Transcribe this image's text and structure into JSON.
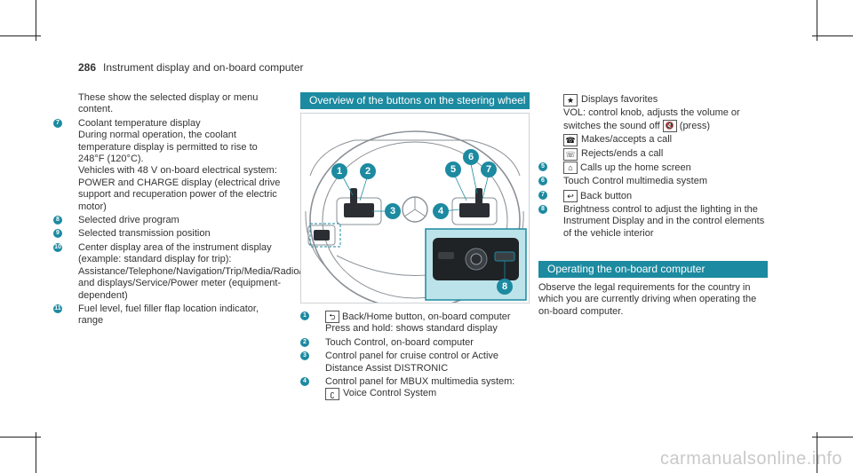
{
  "header": {
    "page_number": "286",
    "section_title": "Instrument display and on-board computer"
  },
  "col1": {
    "intro": "These show the selected display or menu content.",
    "items": [
      {
        "num": "7",
        "paras": [
          "Coolant temperature display",
          "During normal operation, the coolant temperature display is permitted to rise to 248°F (120°C).",
          "Vehicles with 48 V on-board electrical system: POWER and CHARGE display (electrical drive support and recuperation power of the electric motor)"
        ]
      },
      {
        "num": "8",
        "paras": [
          "Selected drive program"
        ]
      },
      {
        "num": "9",
        "paras": [
          "Selected transmission position"
        ]
      },
      {
        "num": "10",
        "paras": [
          "Center display area of the instrument display (example: standard display for trip): Assistance/Telephone/Navigation/Trip/Media/Radio/Styles and displays/Service/Power meter (equipment-dependent)"
        ]
      },
      {
        "num": "11",
        "paras": [
          "Fuel level, fuel filler flap location indicator, range"
        ]
      }
    ]
  },
  "col2": {
    "banner": "Overview of the buttons on the steering wheel",
    "callouts": [
      "1",
      "2",
      "3",
      "4",
      "5",
      "6",
      "7",
      "8"
    ],
    "items": [
      {
        "num": "1",
        "glyph": "⮌",
        "icon": "back-home-icon",
        "paras": [
          "Back/Home button, on-board computer",
          "Press and hold: shows standard display"
        ]
      },
      {
        "num": "2",
        "paras": [
          "Touch Control, on-board computer"
        ]
      },
      {
        "num": "3",
        "paras": [
          "Control panel for cruise control or Active Distance Assist DISTRONIC"
        ]
      },
      {
        "num": "4",
        "paras": [
          "Control panel for MBUX multimedia system:"
        ]
      }
    ],
    "voice": {
      "glyph": "ʗ",
      "icon": "voice-control-icon",
      "label": "Voice Control System"
    }
  },
  "col3": {
    "subs": [
      {
        "glyph": "★",
        "icon": "star-icon",
        "label": "Displays favorites"
      },
      {
        "glyph": "",
        "icon": "",
        "label": ""
      }
    ],
    "vol_text": "VOL: control knob, adjusts the volume or switches the sound off",
    "vol_glyph": "🔇",
    "vol_suffix": "(press)",
    "calls": [
      {
        "glyph": "☎",
        "icon": "phone-accept-icon",
        "label": "Makes/accepts a call"
      },
      {
        "glyph": "☏",
        "icon": "phone-end-icon",
        "label": "Rejects/ends a call"
      }
    ],
    "items": [
      {
        "num": "5",
        "glyph": "⌂",
        "icon": "home-icon",
        "label": "Calls up the home screen"
      },
      {
        "num": "6",
        "label": "Touch Control multimedia system"
      },
      {
        "num": "7",
        "glyph": "↩",
        "icon": "back-icon",
        "label": "Back button"
      },
      {
        "num": "8",
        "label": "Brightness control to adjust the lighting in the Instrument Display and in the control elements of the vehicle interior"
      }
    ],
    "banner": "Operating the on-board computer",
    "observe": "Observe the legal requirements for the country in which you are currently driving when operating the on-board computer."
  },
  "watermark": "carmanualsonline.info"
}
